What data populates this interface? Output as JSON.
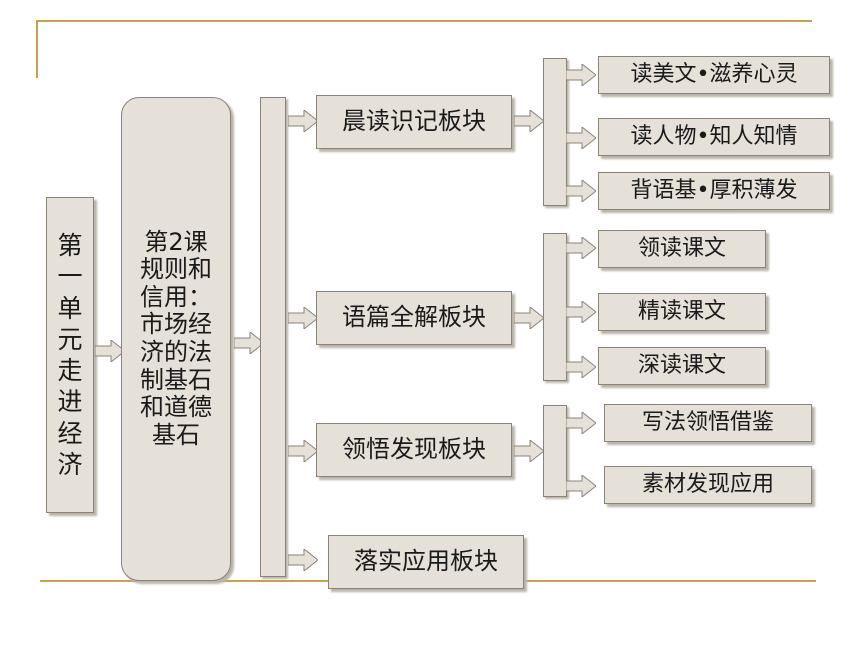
{
  "diagram": {
    "root": "第一单元走进经济",
    "lesson": "第2课规则和信用：市场经济的法制基石和道德基石",
    "sections": [
      {
        "title": "晨读识记板块",
        "items": [
          "读美文•滋养心灵",
          "读人物•知人知情",
          "背语基•厚积薄发"
        ]
      },
      {
        "title": "语篇全解板块",
        "items": [
          "领读课文",
          "精读课文",
          "深读课文"
        ]
      },
      {
        "title": "领悟发现板块",
        "items": [
          "写法领悟借鉴",
          "素材发现应用"
        ]
      },
      {
        "title": "落实应用板块",
        "items": []
      }
    ]
  },
  "colors": {
    "frame_line": "#c7a24a",
    "box_fill": "#e5e0d8",
    "box_border": "#8a8378"
  }
}
